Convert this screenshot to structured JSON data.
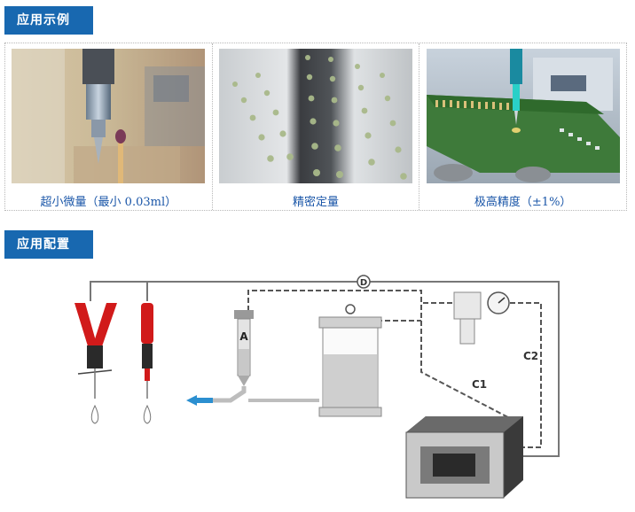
{
  "sections": {
    "examples_title": "应用示例",
    "config_title": "应用配置"
  },
  "examples": [
    {
      "caption": "超小微量（最小 0.03ml）"
    },
    {
      "caption": "精密定量"
    },
    {
      "caption": "极高精度（±1%）"
    }
  ],
  "diagram": {
    "labels": {
      "D": "D",
      "A": "A",
      "C1": "C1",
      "C2": "C2"
    }
  },
  "colors": {
    "header_bg": "#1868b0",
    "caption_text": "#1a56a8",
    "valve_red": "#d11a1a",
    "arrow_blue": "#2b8fd0"
  }
}
